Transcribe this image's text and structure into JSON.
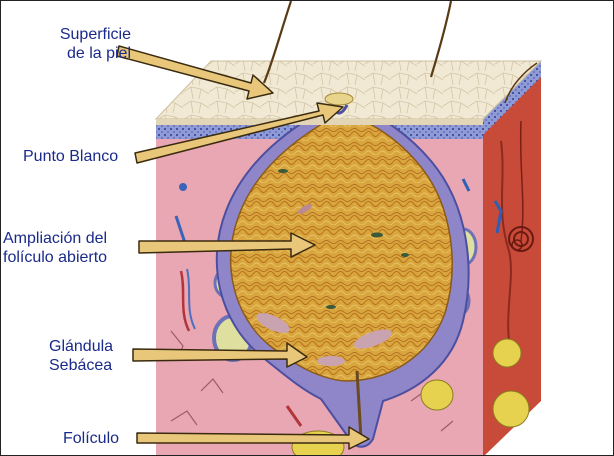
{
  "labels": {
    "surface_line1": "Superficie",
    "surface_line2": "de la piel",
    "white_point": "Punto Blanco",
    "follicle_line1": "Ampliación del",
    "follicle_line2": "folículo abierto",
    "gland_line1": "Glándula",
    "gland_line2": "Sebácea",
    "follicle": "Folículo"
  },
  "colors": {
    "label_text": "#1a2a8a",
    "arrow_fill": "#e8c77a",
    "arrow_stroke": "#3a2a10",
    "skin_top": "#efe6cf",
    "dermis": "#e8a7b3",
    "side_face": "#c84a38",
    "follicle": "#d7a53a",
    "sheath": "#8e86c8"
  }
}
